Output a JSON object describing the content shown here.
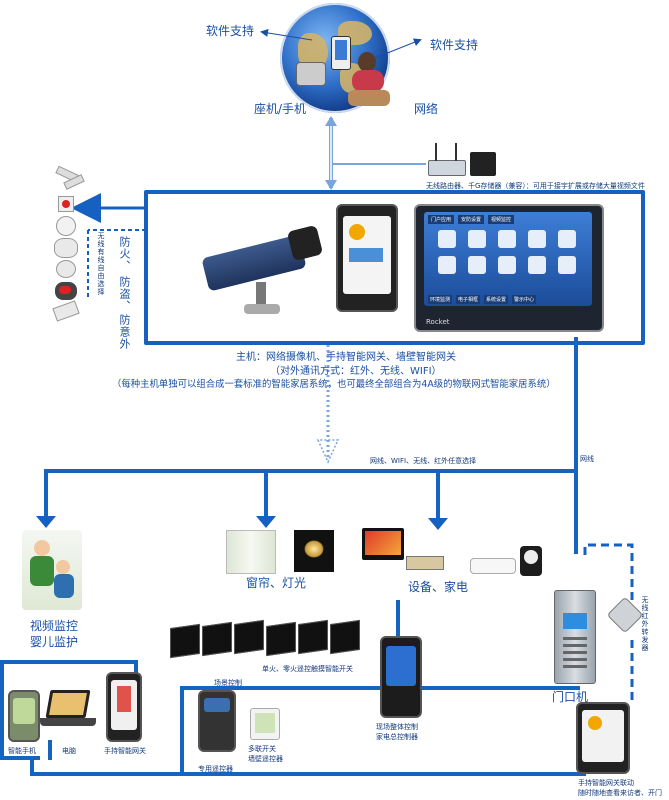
{
  "top": {
    "software_support_left": "软件支持",
    "software_support_right": "软件支持",
    "landline_mobile": "座机/手机",
    "network": "网络"
  },
  "router": {
    "caption": "无线路由器、千G存储器（兼容）：可用于接宇扩展或存储大量视频文件"
  },
  "left_security": {
    "main": [
      "防火、",
      "防盗、",
      "防意外"
    ],
    "wireless_note": "无线有线自由选择"
  },
  "host": {
    "line1": "主机：网络摄像机、手持智能网关、墙壁智能网关",
    "line2": "（对外通讯方式：红外、无线、WIFI）",
    "line3": "（每种主机单独可以组合成一套标准的智能家居系统，也可最终全部组合为4A级的物联网式智能家居系统）"
  },
  "network_note": "网线、WIFI、无线、红外任意选择",
  "wire_label": "网线",
  "video_monitor": {
    "line1": "视频监控",
    "line2": "婴儿监护"
  },
  "curtain_light": "窗帘、灯光",
  "devices_appliances": "设备、家电",
  "door_unit": "门口机",
  "wireless_ir_transmitter": "无线红外转发器",
  "single_fire_switch": "单火、零火遥控触摸智能开关",
  "scene_control": "场景控制",
  "dedicated_remote": "专用遥控器",
  "multi_switch": {
    "line1": "多联开关",
    "line2": "墙壁遥控器"
  },
  "onsite_control": {
    "line1": "现场整体控制",
    "line2": "家电总控制器"
  },
  "smartphone": "智能手机",
  "computer": "电脑",
  "handheld_gateway": "手持智能网关",
  "handheld_linkage": {
    "line1": "手持智能网关联动",
    "line2": "随时随地查看来访者、开门"
  },
  "wall_panel": {
    "tabs": [
      "门户应用",
      "安防设置",
      "视频监控"
    ],
    "bottom_tabs": [
      "环境监测",
      "电子相框",
      "系统设置",
      "警示中心"
    ],
    "brand": "Rocket"
  },
  "colors": {
    "wire": "#1565c0",
    "label": "#1a4fa3"
  }
}
